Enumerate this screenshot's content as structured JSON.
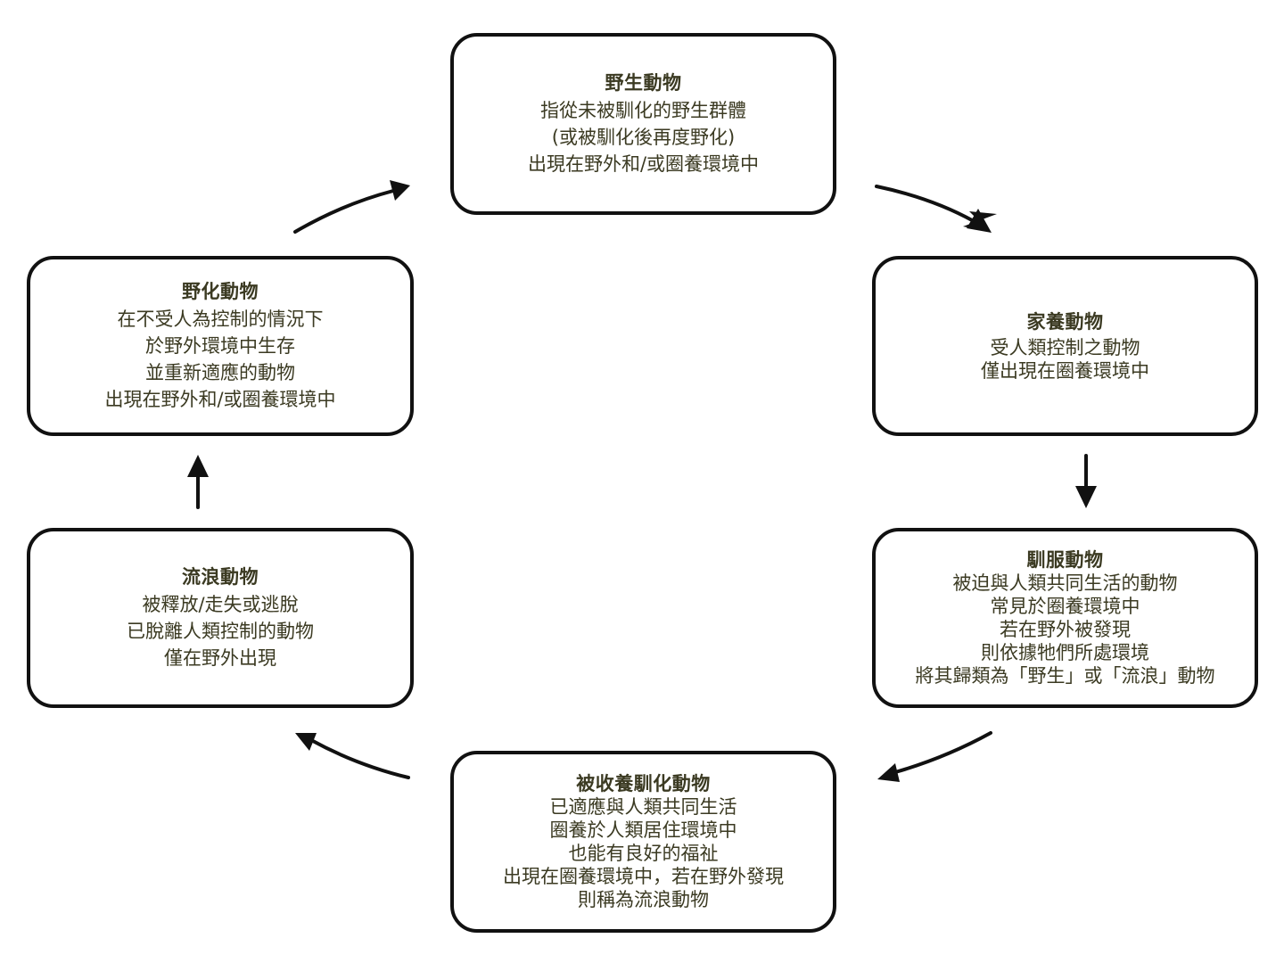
{
  "diagram": {
    "type": "cycle",
    "colors": {
      "text": "#3b3a22",
      "border": "#111111",
      "arrow": "#111111",
      "background": "#ffffff"
    },
    "nodes": [
      {
        "id": "wild",
        "title": "野生動物",
        "lines": [
          "指從未被馴化的野生群體",
          "(或被馴化後再度野化)",
          "出現在野外和/或圈養環境中"
        ]
      },
      {
        "id": "domestic",
        "title": "家養動物",
        "lines": [
          "受人類控制之動物",
          "僅出現在圈養環境中"
        ]
      },
      {
        "id": "tamed",
        "title": "馴服動物",
        "lines": [
          "被迫與人類共同生活的動物",
          "常見於圈養環境中",
          "若在野外被發現",
          "則依據牠們所處環境",
          "將其歸類為「野生」或「流浪」動物"
        ]
      },
      {
        "id": "adopted",
        "title": "被收養馴化動物",
        "lines": [
          "已適應與人類共同生活",
          "圈養於人類居住環境中",
          "也能有良好的福祉",
          "出現在圈養環境中，若在野外發現",
          "則稱為流浪動物"
        ]
      },
      {
        "id": "stray",
        "title": "流浪動物",
        "lines": [
          "被釋放/走失或逃脫",
          "已脫離人類控制的動物",
          "僅在野外出現"
        ]
      },
      {
        "id": "feral",
        "title": "野化動物",
        "lines": [
          "在不受人為控制的情況下",
          "於野外環境中生存",
          "並重新適應的動物",
          "出現在野外和/或圈養環境中"
        ]
      }
    ],
    "edges": [
      {
        "from": "wild",
        "to": "domestic"
      },
      {
        "from": "domestic",
        "to": "tamed"
      },
      {
        "from": "tamed",
        "to": "adopted"
      },
      {
        "from": "adopted",
        "to": "stray"
      },
      {
        "from": "stray",
        "to": "feral"
      },
      {
        "from": "feral",
        "to": "wild"
      }
    ]
  }
}
